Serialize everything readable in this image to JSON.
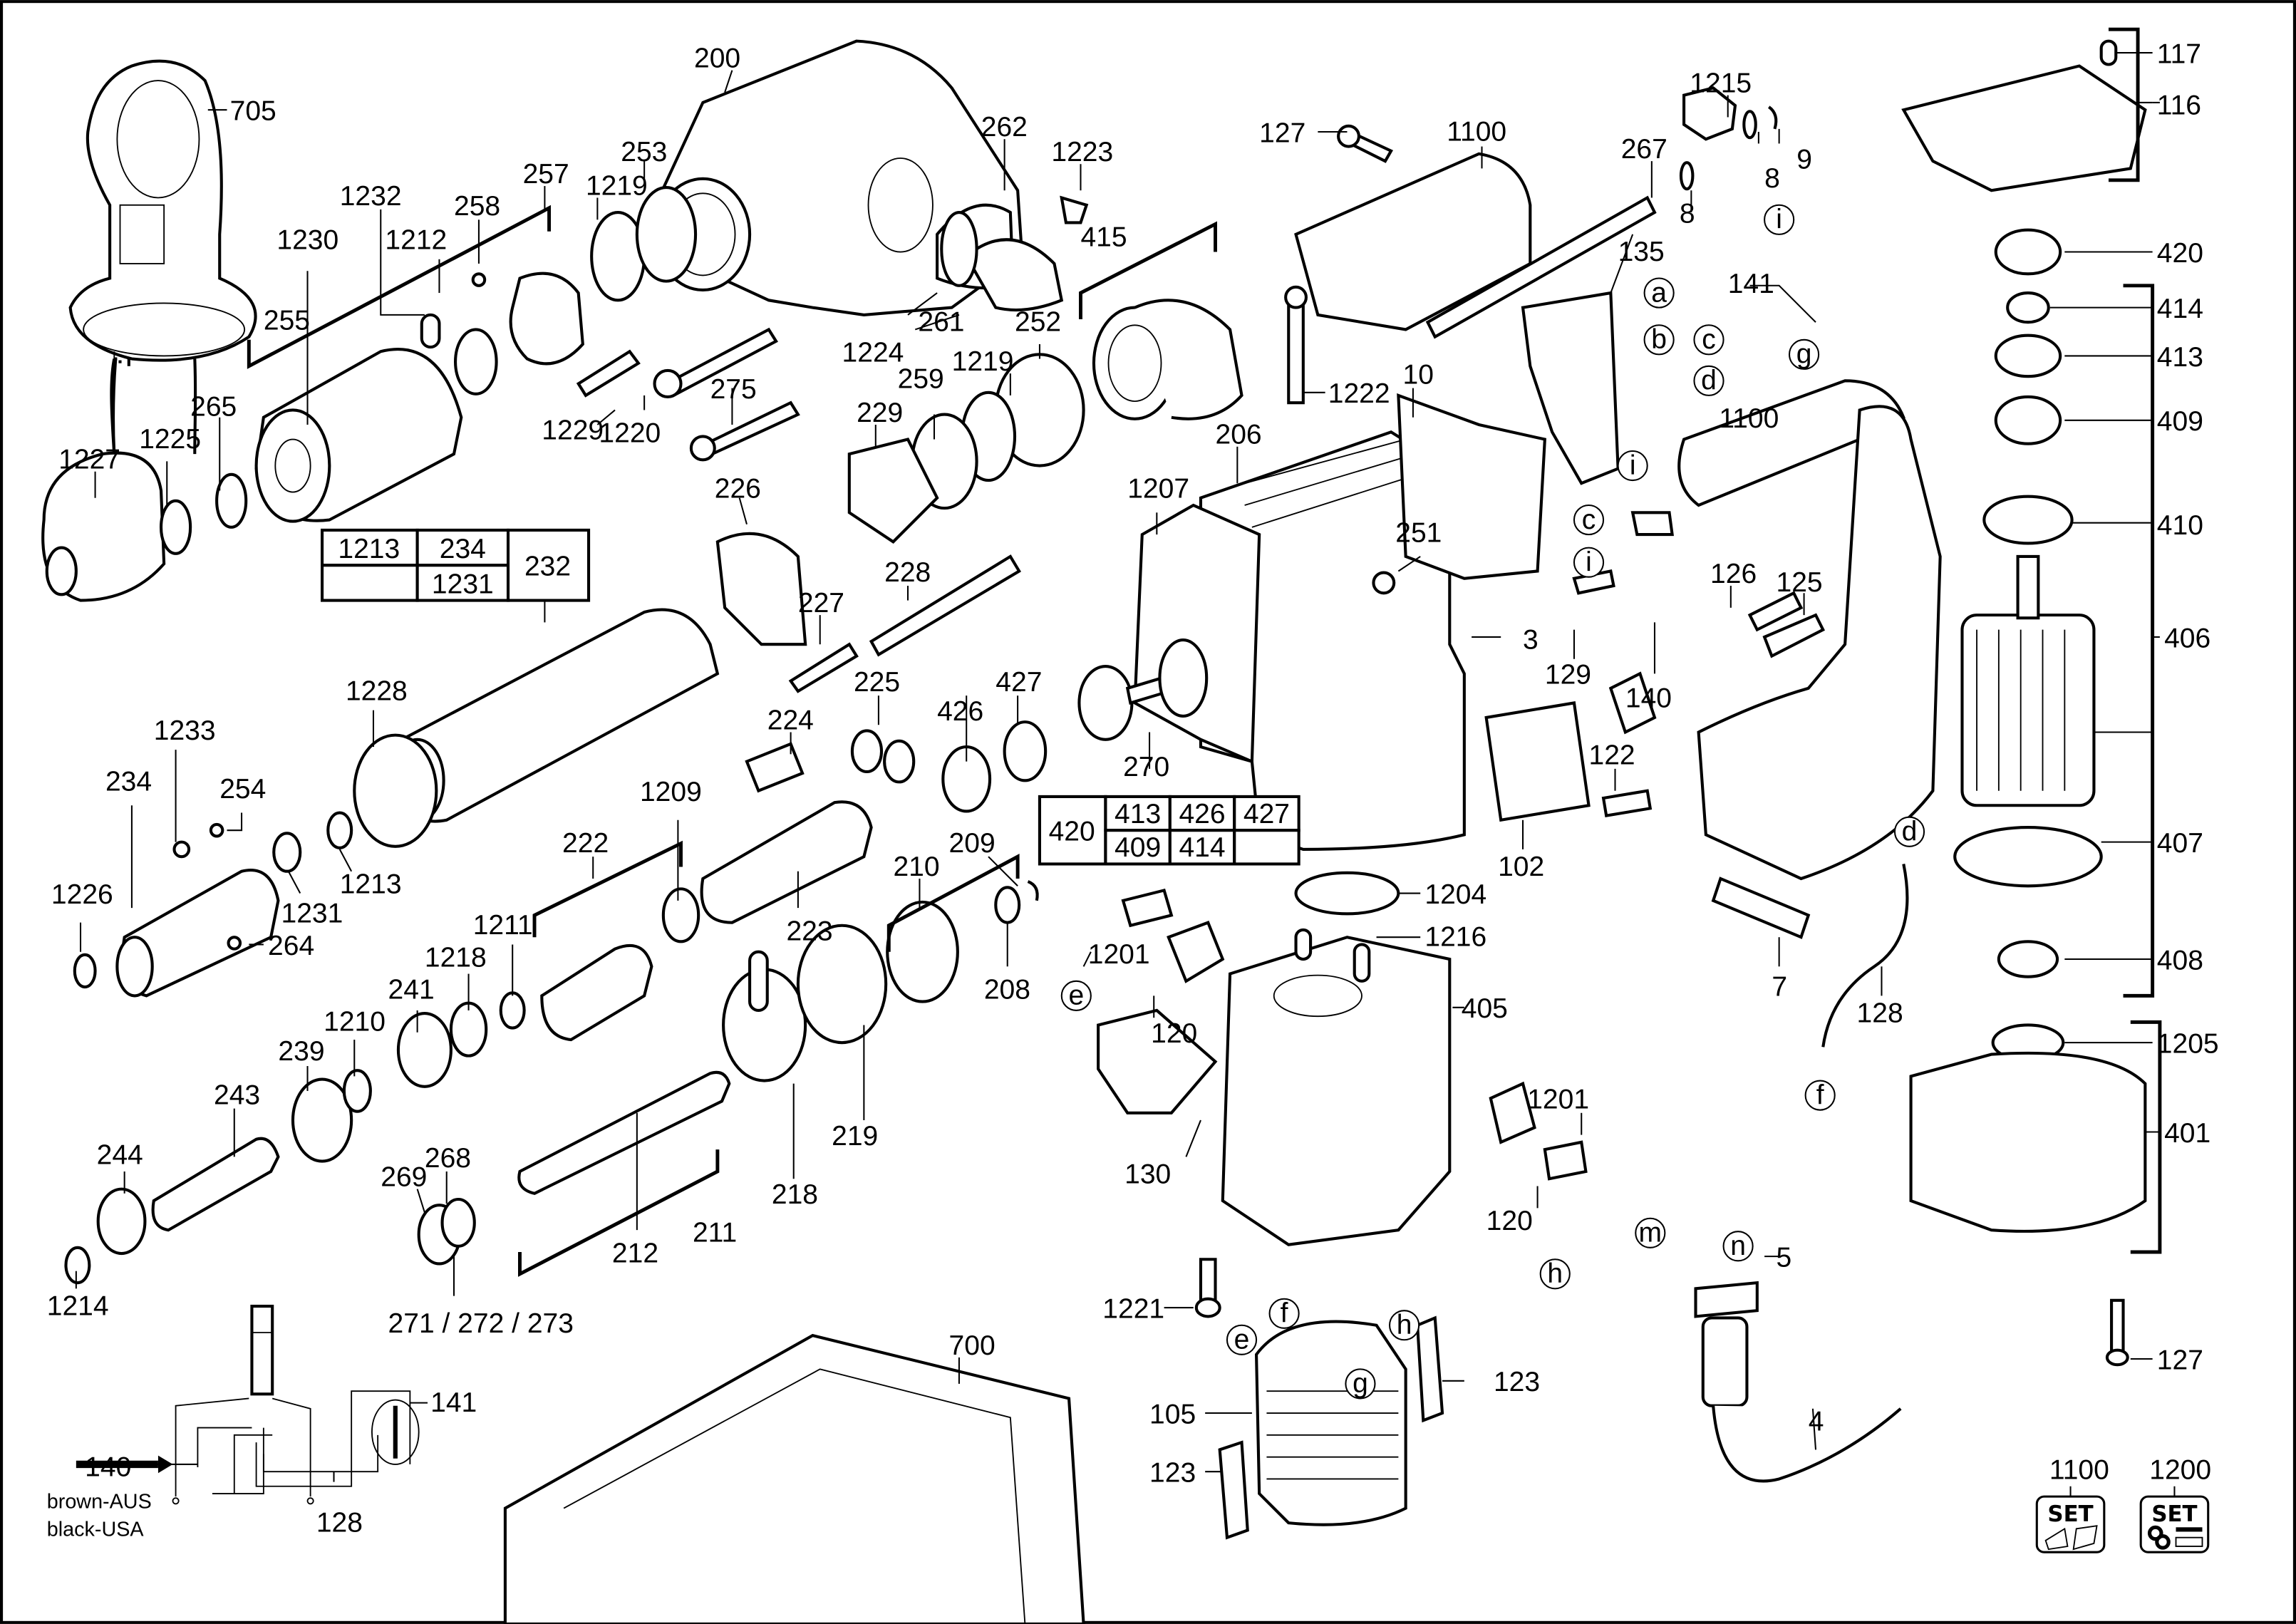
{
  "diagram": {
    "type": "exploded-parts-diagram",
    "subject": "rotary hammer drill"
  },
  "callouts": [
    {
      "id": "705",
      "part": "side-handle"
    },
    {
      "id": "200",
      "part": "gear-housing"
    },
    {
      "id": "253"
    },
    {
      "id": "1219"
    },
    {
      "id": "257"
    },
    {
      "id": "258"
    },
    {
      "id": "1232"
    },
    {
      "id": "1230"
    },
    {
      "id": "1212"
    },
    {
      "id": "255"
    },
    {
      "id": "265"
    },
    {
      "id": "1225"
    },
    {
      "id": "1227"
    },
    {
      "id": "262"
    },
    {
      "id": "1223"
    },
    {
      "id": "415"
    },
    {
      "id": "261"
    },
    {
      "id": "1224"
    },
    {
      "id": "1229"
    },
    {
      "id": "1220"
    },
    {
      "id": "275"
    },
    {
      "id": "252"
    },
    {
      "id": "259"
    },
    {
      "id": "229"
    },
    {
      "id": "226"
    },
    {
      "id": "228"
    },
    {
      "id": "227"
    },
    {
      "id": "232"
    },
    {
      "id": "1228"
    },
    {
      "id": "1233"
    },
    {
      "id": "234"
    },
    {
      "id": "254"
    },
    {
      "id": "1226"
    },
    {
      "id": "264"
    },
    {
      "id": "1231"
    },
    {
      "id": "1213"
    },
    {
      "id": "1209"
    },
    {
      "id": "222"
    },
    {
      "id": "1211"
    },
    {
      "id": "1218"
    },
    {
      "id": "241"
    },
    {
      "id": "1210"
    },
    {
      "id": "239"
    },
    {
      "id": "243"
    },
    {
      "id": "244"
    },
    {
      "id": "1214"
    },
    {
      "id": "268"
    },
    {
      "id": "269"
    },
    {
      "id": "271 / 272 / 273"
    },
    {
      "id": "212"
    },
    {
      "id": "211"
    },
    {
      "id": "218"
    },
    {
      "id": "219"
    },
    {
      "id": "210"
    },
    {
      "id": "209"
    },
    {
      "id": "208"
    },
    {
      "id": "223"
    },
    {
      "id": "224"
    },
    {
      "id": "225"
    },
    {
      "id": "426"
    },
    {
      "id": "427"
    },
    {
      "id": "127"
    },
    {
      "id": "1100"
    },
    {
      "id": "267"
    },
    {
      "id": "1215"
    },
    {
      "id": "8"
    },
    {
      "id": "9"
    },
    {
      "id": "135"
    },
    {
      "id": "141"
    },
    {
      "id": "1222"
    },
    {
      "id": "206"
    },
    {
      "id": "10"
    },
    {
      "id": "1207"
    },
    {
      "id": "251"
    },
    {
      "id": "270"
    },
    {
      "id": "3"
    },
    {
      "id": "129"
    },
    {
      "id": "140"
    },
    {
      "id": "126"
    },
    {
      "id": "125"
    },
    {
      "id": "122"
    },
    {
      "id": "102"
    },
    {
      "id": "7"
    },
    {
      "id": "128"
    },
    {
      "id": "1204"
    },
    {
      "id": "1216"
    },
    {
      "id": "405"
    },
    {
      "id": "1201"
    },
    {
      "id": "120"
    },
    {
      "id": "130"
    },
    {
      "id": "1221"
    },
    {
      "id": "105"
    },
    {
      "id": "123"
    },
    {
      "id": "700"
    },
    {
      "id": "5"
    },
    {
      "id": "4"
    },
    {
      "id": "117"
    },
    {
      "id": "116"
    },
    {
      "id": "420"
    },
    {
      "id": "414"
    },
    {
      "id": "413"
    },
    {
      "id": "409"
    },
    {
      "id": "410"
    },
    {
      "id": "406"
    },
    {
      "id": "407"
    },
    {
      "id": "408"
    },
    {
      "id": "1205"
    },
    {
      "id": "401"
    }
  ],
  "labels": {
    "705": "705",
    "200": "200",
    "253": "253",
    "1219a": "1219",
    "1219b": "1219",
    "257": "257",
    "258": "258",
    "1232": "1232",
    "1230": "1230",
    "1212": "1212",
    "255": "255",
    "265": "265",
    "1225": "1225",
    "1227": "1227",
    "262": "262",
    "1223": "1223",
    "415": "415",
    "261": "261",
    "1224": "1224",
    "1229": "1229",
    "1220": "1220",
    "275": "275",
    "252": "252",
    "259": "259",
    "229": "229",
    "226": "226",
    "228": "228",
    "227": "227",
    "1228": "1228",
    "1233": "1233",
    "234": "234",
    "254": "254",
    "1226": "1226",
    "264": "264",
    "1231": "1231",
    "1213": "1213",
    "1209": "1209",
    "222": "222",
    "1211": "1211",
    "1218": "1218",
    "241": "241",
    "1210": "1210",
    "239": "239",
    "243": "243",
    "244": "244",
    "1214": "1214",
    "268": "268",
    "269": "269",
    "271_272_273": "271 / 272 / 273",
    "212": "212",
    "211": "211",
    "218": "218",
    "219": "219",
    "210": "210",
    "209": "209",
    "208": "208",
    "223": "223",
    "224": "224",
    "225": "225",
    "426": "426",
    "427": "427",
    "127a": "127",
    "1100a": "1100",
    "267": "267",
    "1215": "1215",
    "8a": "8",
    "8b": "8",
    "9": "9",
    "135": "135",
    "141": "141",
    "1222": "1222",
    "206": "206",
    "10": "10",
    "1207": "1207",
    "251": "251",
    "270": "270",
    "3": "3",
    "129": "129",
    "140": "140",
    "126": "126",
    "125": "125",
    "122": "122",
    "102": "102",
    "7": "7",
    "128": "128",
    "1204": "1204",
    "1216": "1216",
    "405": "405",
    "1201a": "1201",
    "1201b": "1201",
    "120a": "120",
    "120b": "120",
    "130": "130",
    "1221": "1221",
    "105": "105",
    "123a": "123",
    "123b": "123",
    "700": "700",
    "5": "5",
    "4": "4",
    "117": "117",
    "116": "116",
    "420": "420",
    "414": "414",
    "413": "413",
    "409": "409",
    "410": "410",
    "406": "406",
    "407": "407",
    "408": "408",
    "1205": "1205",
    "401": "401",
    "1100b": "1100",
    "127b": "127"
  },
  "connector_letters": {
    "a": "a",
    "b": "b",
    "c": "c",
    "d": "d",
    "e": "e",
    "f": "f",
    "g": "g",
    "h": "h",
    "i": "i",
    "m": "m",
    "n": "n"
  },
  "kit_table_232": {
    "rows": [
      [
        "1213",
        "234"
      ],
      [
        "",
        "1231"
      ]
    ],
    "kit": "232"
  },
  "kit_table_420": {
    "kit": "420",
    "rows": [
      [
        "413",
        "426",
        "427"
      ],
      [
        "409",
        "414",
        ""
      ]
    ]
  },
  "wiring": {
    "switch_label": "140",
    "motor_label": "141",
    "lead_label": "128",
    "note_line1": "brown-AUS",
    "note_line2": "black-USA"
  },
  "sets": [
    {
      "number": "1100",
      "badge": "SET",
      "icon": "housing-halves-icon"
    },
    {
      "number": "1200",
      "badge": "SET",
      "icon": "screws-washers-icon"
    }
  ]
}
